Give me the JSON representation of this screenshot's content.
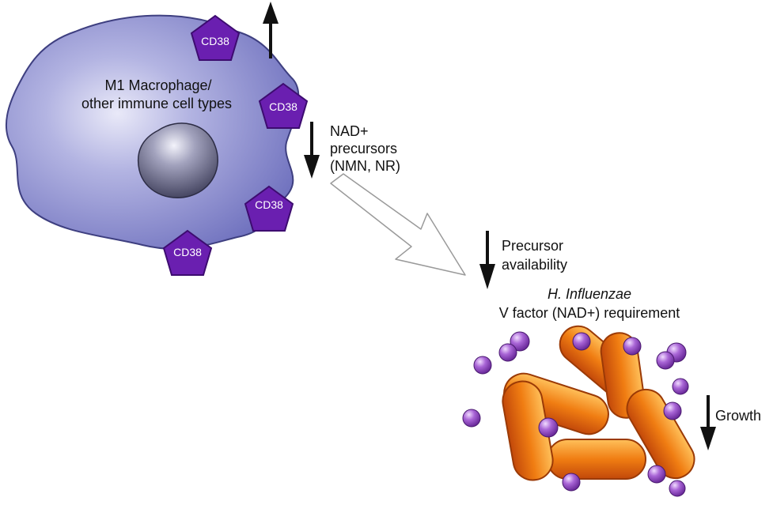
{
  "cell": {
    "label_line1": "M1 Macrophage/",
    "label_line2": "other immune cell types"
  },
  "cd38_label": "CD38",
  "nad": {
    "line1": "NAD+",
    "line2": "precursors",
    "line3": "(NMN, NR)"
  },
  "precursor": {
    "line1": "Precursor",
    "line2": "availability"
  },
  "bacteria": {
    "species": "H. Influenzae",
    "requirement": "V factor (NAD+) requirement"
  },
  "growth_label": "Growth",
  "colors": {
    "cell": "#8d8fd0",
    "nucleus": "#5a5a78",
    "cd38": "#6a1fb0",
    "bacteria": "#f08a1c",
    "nad_dot": "#9a55c8"
  },
  "icons": {
    "up": "up-arrow-icon",
    "down": "down-arrow-icon",
    "flow": "outline-arrow-icon"
  }
}
